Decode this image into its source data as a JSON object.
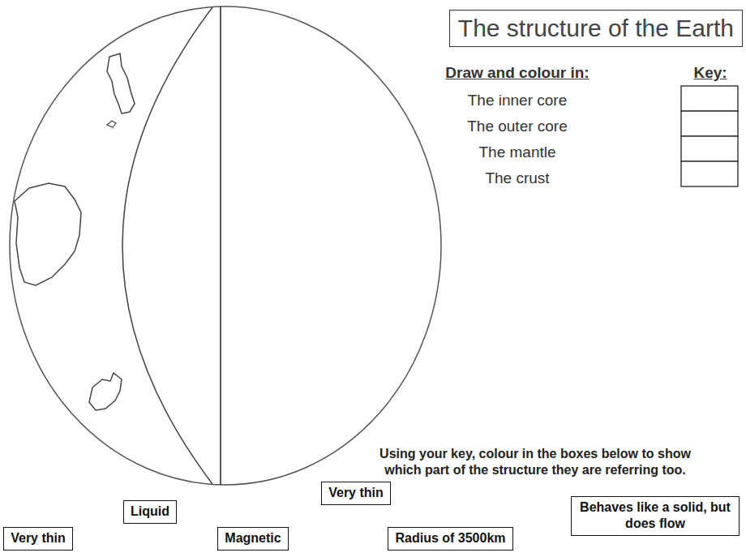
{
  "diagram": {
    "title": "The structure of the Earth",
    "nodes": [
      {
        "text": [
          "Very thin"
        ]
      },
      {
        "text": [
          "Liquid"
        ]
      },
      {
        "text": [
          "Magnetic"
        ]
      },
      {
        "text": [
          "Very thin"
        ]
      },
      {
        "text": [
          "Radius of 3500km"
        ]
      },
      {
        "text": [
          "Behaves like a solid, but does flow"
        ]
      }
    ],
    "labels": [
      "Draw and colour in:",
      "The inner core",
      "The outer core",
      "The mantle",
      "The crust",
      "Key:",
      "Using your key, colour in the boxes below to show which part of the structure they are referring too."
    ]
  }
}
